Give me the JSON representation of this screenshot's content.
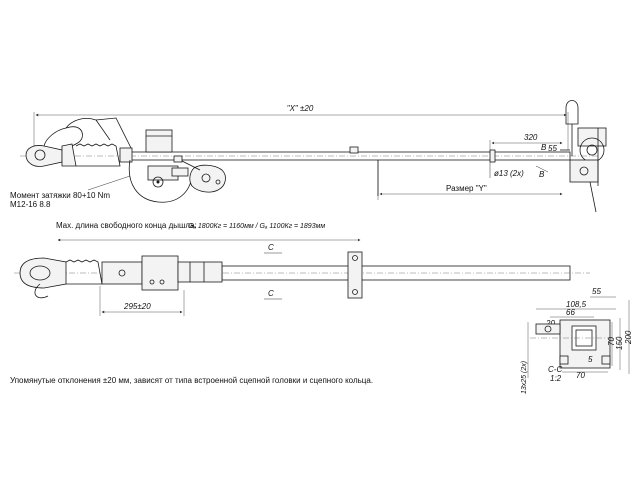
{
  "dims": {
    "x_total": "\"X\" ±20",
    "d320": "320",
    "d55": "55",
    "d13": "ø13 (2x)",
    "y_label": "Размер \"Y\"",
    "b_top": "B",
    "b_bottom": "B",
    "c_top": "C",
    "c_bottom": "C",
    "d295": "295±20",
    "d108": "108,5",
    "d66": "66",
    "d55b": "55",
    "d20": "20",
    "d70": "70",
    "d150": "150",
    "d200": "200",
    "d5": "5",
    "d70b": "70",
    "d13x25": "13x25 (2x)",
    "section": "C-C",
    "scale": "1:2"
  },
  "notes": {
    "torque_line1": "Момент затяжки 80+10 Nm",
    "torque_line2": "M12-16 8.8",
    "max_length_label": "Max. длина свободного конца дышла:",
    "max_length_values": "Gₐ 1800Кг = 1160мм  /  Gₐ 1100Кг = 1893мм",
    "footer": "Упомянутые отклонения ±20 мм, зависят от типа встроенной сцепной головки и сцепного кольца."
  }
}
